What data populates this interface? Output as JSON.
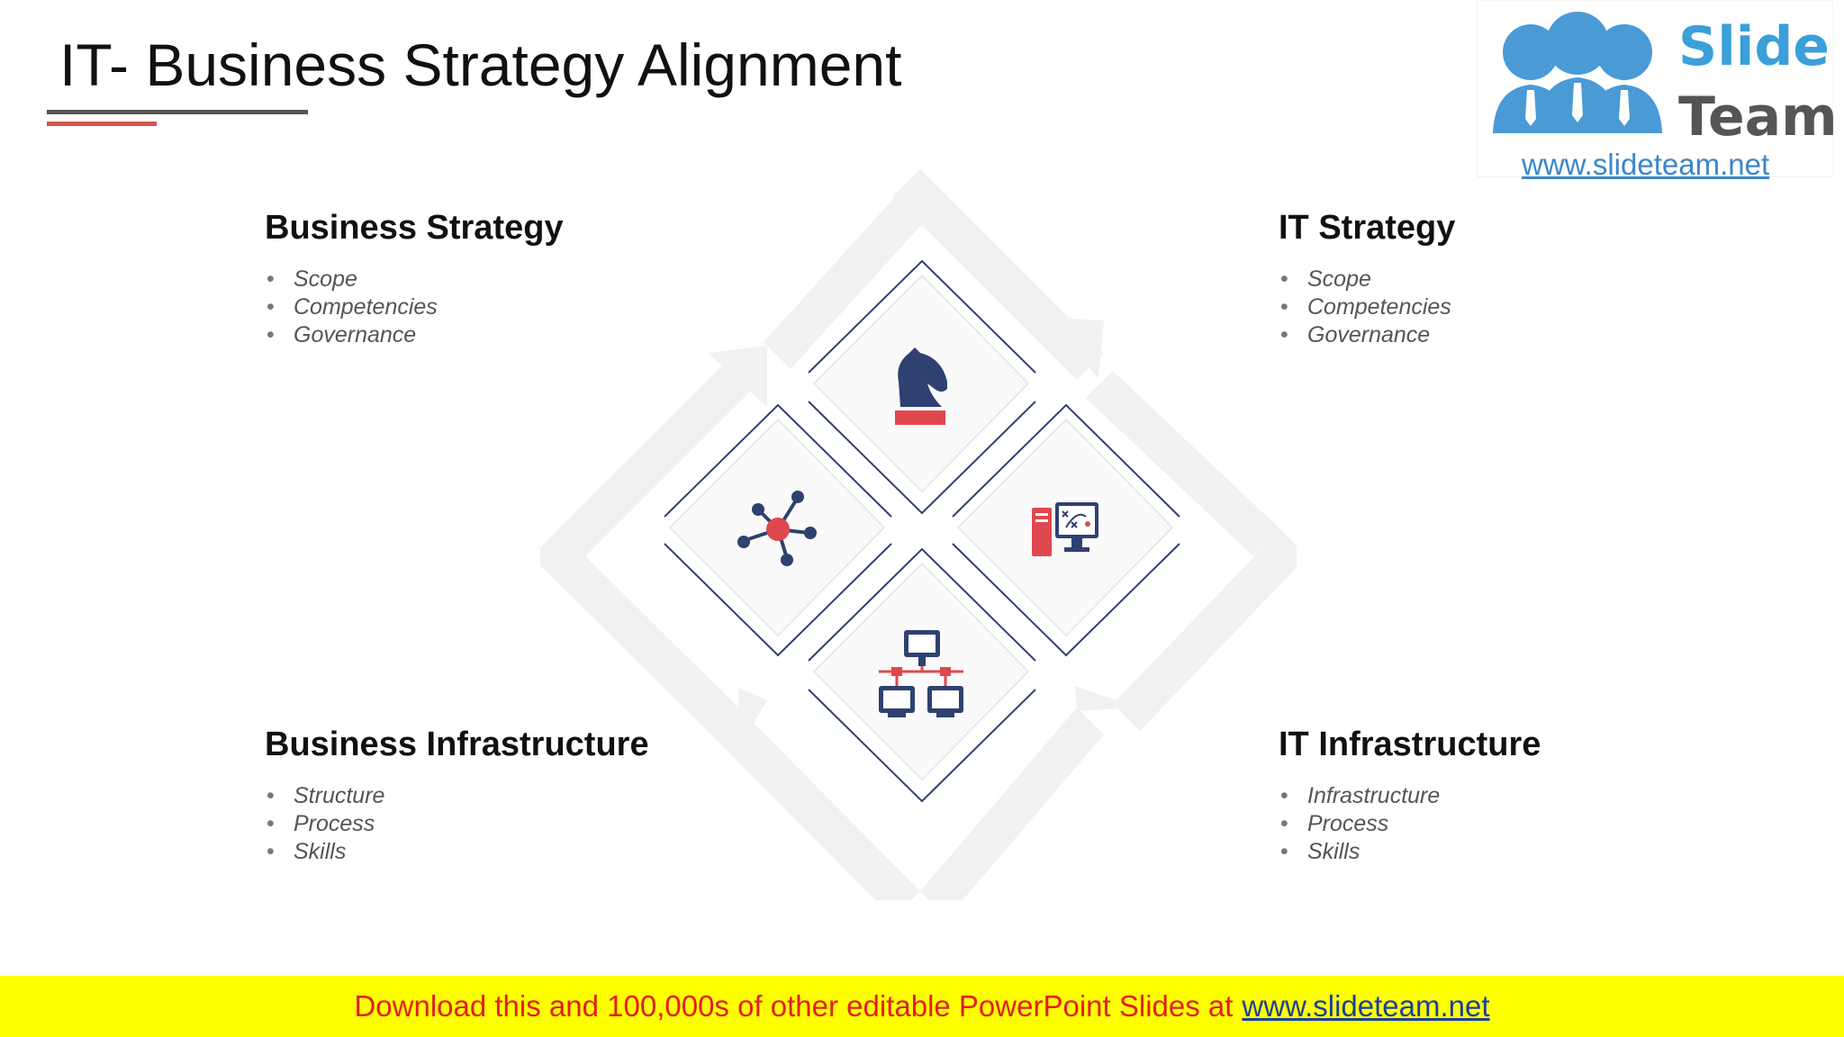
{
  "slide": {
    "title": "IT- Business Strategy Alignment"
  },
  "logo": {
    "word1": "Slide",
    "word2": "Team",
    "url": "www.slideteam.net"
  },
  "quadrants": {
    "business_strategy": {
      "heading": "Business  Strategy",
      "items": [
        "Scope",
        "Competencies",
        "Governance"
      ]
    },
    "it_strategy": {
      "heading": "IT Strategy",
      "items": [
        "Scope",
        "Competencies",
        "Governance"
      ]
    },
    "business_infrastructure": {
      "heading": "Business Infrastructure",
      "items": [
        "Structure",
        "Process",
        "Skills"
      ]
    },
    "it_infrastructure": {
      "heading": "IT Infrastructure",
      "items": [
        "Infrastructure",
        "Process",
        "Skills"
      ]
    }
  },
  "diagram": {
    "icons": {
      "top": "chess-knight-icon",
      "left": "network-hub-icon",
      "right": "computer-strategy-icon",
      "bottom": "network-computers-icon"
    }
  },
  "banner": {
    "text": "Download this and 100,000s of other editable PowerPoint Slides at",
    "link": "www.slideteam.net"
  },
  "colors": {
    "navy": "#2e4170",
    "red": "#e0484f",
    "banner_bg": "#ffff00",
    "banner_text": "#e02020",
    "logo_blue": "#3b87c9",
    "arrow_grey": "#f1f1f2"
  }
}
